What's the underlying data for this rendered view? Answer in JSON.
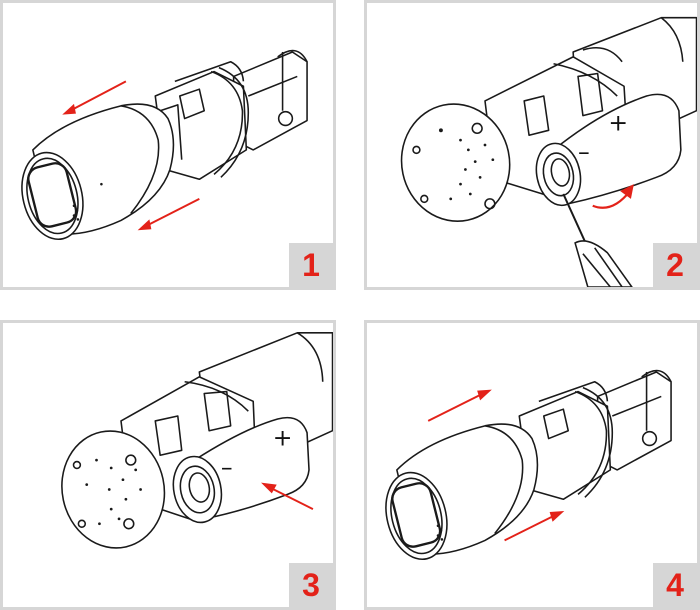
{
  "steps": [
    {
      "number": "1"
    },
    {
      "number": "2"
    },
    {
      "number": "3"
    },
    {
      "number": "4"
    }
  ],
  "battery": {
    "plus": "+",
    "minus": "–"
  },
  "colors": {
    "arrow": "#e32219",
    "frame": "#d6d6d6",
    "line": "#1a1a1a"
  },
  "icons": [
    "knob-icon",
    "battery-icon",
    "screwdriver-icon",
    "direction-arrow-icon",
    "lock-cylinder-icon"
  ]
}
